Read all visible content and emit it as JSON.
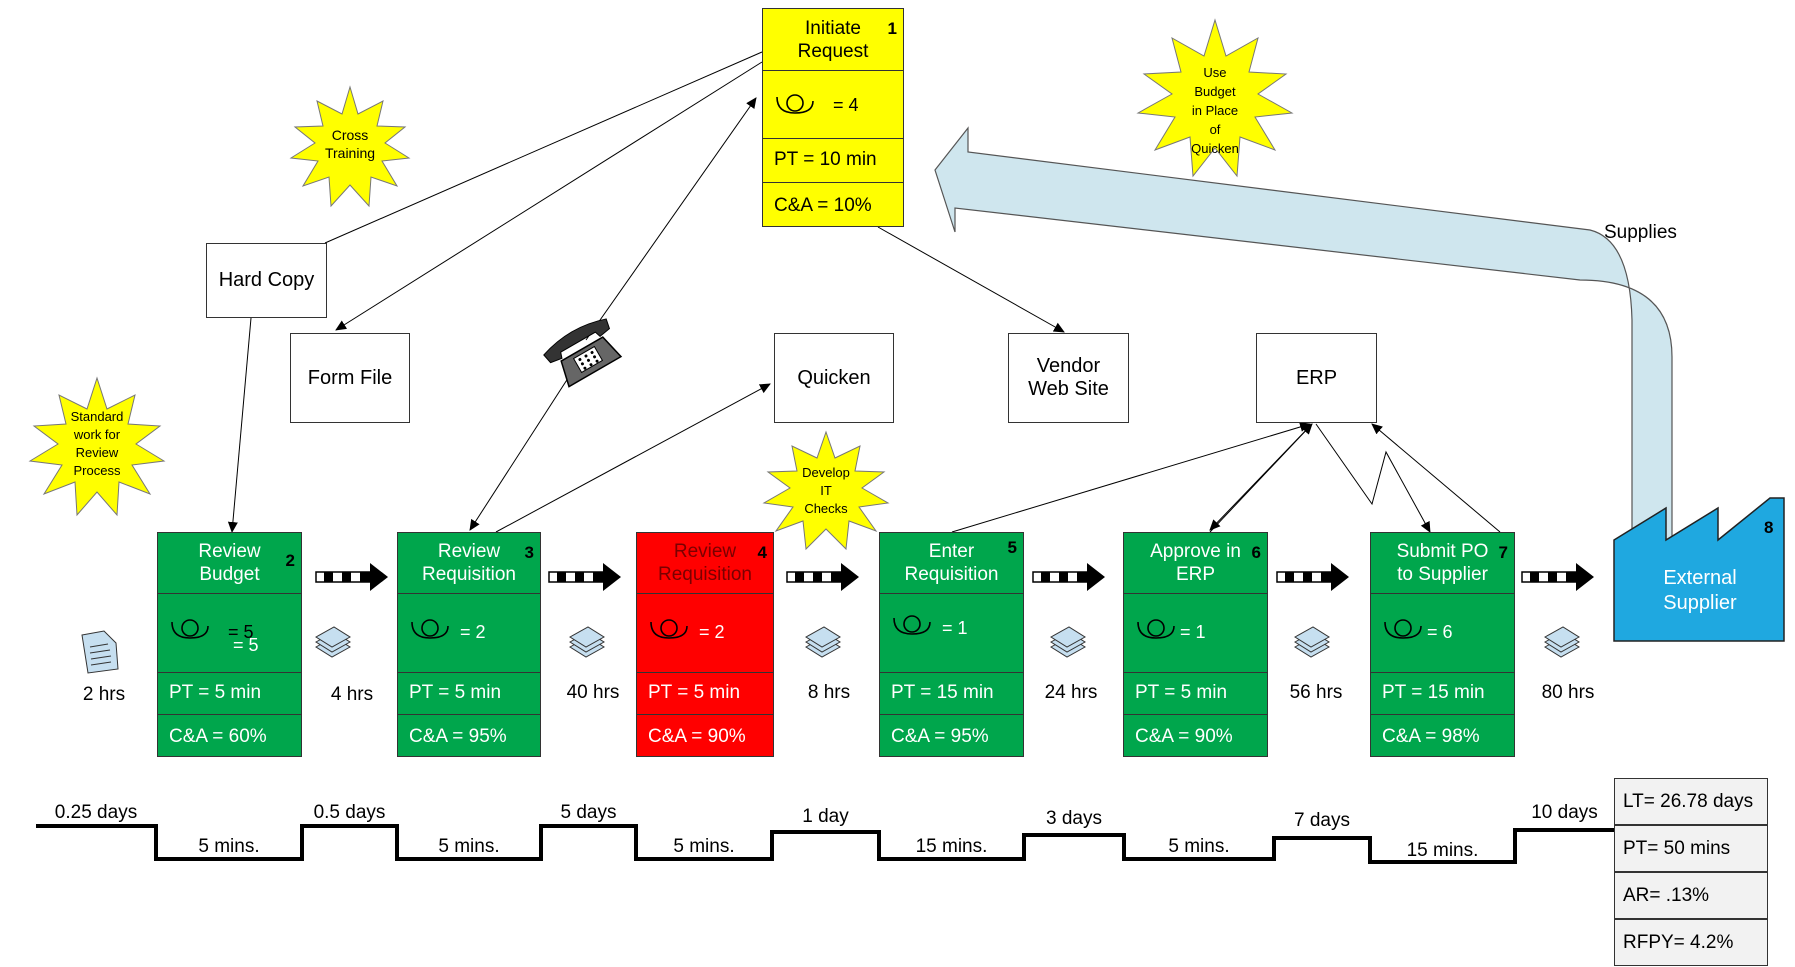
{
  "initiate": {
    "title_l1": "Initiate",
    "title_l2": "Request",
    "num": "1",
    "inventory": "= 4",
    "pt": "PT = 10 min",
    "ca": "C&A = 10%"
  },
  "processes": [
    {
      "title_l1": "Review",
      "title_l2": "Budget",
      "num": "2",
      "inventory": "= 5",
      "inventory_overlay": "= 5",
      "pt": "PT = 5 min",
      "ca": "C&A = 60%",
      "color": "#00a64c"
    },
    {
      "title_l1": "Review",
      "title_l2": "Requisition",
      "num": "3",
      "inventory": "= 2",
      "pt": "PT = 5 min",
      "ca": "C&A = 95%",
      "color": "#00a64c"
    },
    {
      "title_l1": "Review",
      "title_l2": "Requisition",
      "num": "4",
      "inventory": "= 2",
      "pt": "PT = 5 min",
      "ca": "C&A = 90%",
      "color": "#ff0000"
    },
    {
      "title_l1": "Enter",
      "title_l2": "Requisition",
      "num": "5",
      "inventory": "= 1",
      "pt": "PT = 15 min",
      "ca": "C&A = 95%",
      "color": "#00a64c"
    },
    {
      "title_l1": "Approve in",
      "title_l2": "ERP",
      "num": "6",
      "inventory": "= 1",
      "pt": "PT = 5 min",
      "ca": "C&A = 90%",
      "color": "#00a64c"
    },
    {
      "title_l1": "Submit PO",
      "title_l2": "to Supplier",
      "num": "7",
      "inventory": "= 6",
      "pt": "PT = 15 min",
      "ca": "C&A = 98%",
      "color": "#00a64c"
    }
  ],
  "supplier": {
    "label_l1": "External",
    "label_l2": "Supplier",
    "num": "8",
    "color": "#1fa8e0"
  },
  "supplies_label": "Supplies",
  "info_boxes": {
    "hard_copy": "Hard Copy",
    "form_file": "Form File",
    "quicken": "Quicken",
    "vendor_l1": "Vendor",
    "vendor_l2": "Web Site",
    "erp": "ERP"
  },
  "kaizen_bursts": [
    {
      "lines": [
        "Cross",
        "Training"
      ]
    },
    {
      "lines": [
        "Use",
        "Budget",
        "in Place",
        "of",
        "Quicken"
      ]
    },
    {
      "lines": [
        "Standard",
        "work for",
        "Review",
        "Process"
      ]
    },
    {
      "lines": [
        "Develop",
        "IT",
        "Checks"
      ]
    }
  ],
  "waits": [
    "2 hrs",
    "4 hrs",
    "40 hrs",
    "8 hrs",
    "24 hrs",
    "56 hrs",
    "80 hrs"
  ],
  "timeline": {
    "upper": [
      "0.25 days",
      "0.5 days",
      "5 days",
      "1 day",
      "3 days",
      "7 days",
      "10 days"
    ],
    "lower": [
      "5 mins.",
      "5 mins.",
      "5 mins.",
      "15 mins.",
      "5 mins.",
      "15 mins."
    ]
  },
  "metrics": [
    "LT= 26.78 days",
    "PT= 50 mins",
    "AR= .13%",
    "RFPY= 4.2%"
  ]
}
